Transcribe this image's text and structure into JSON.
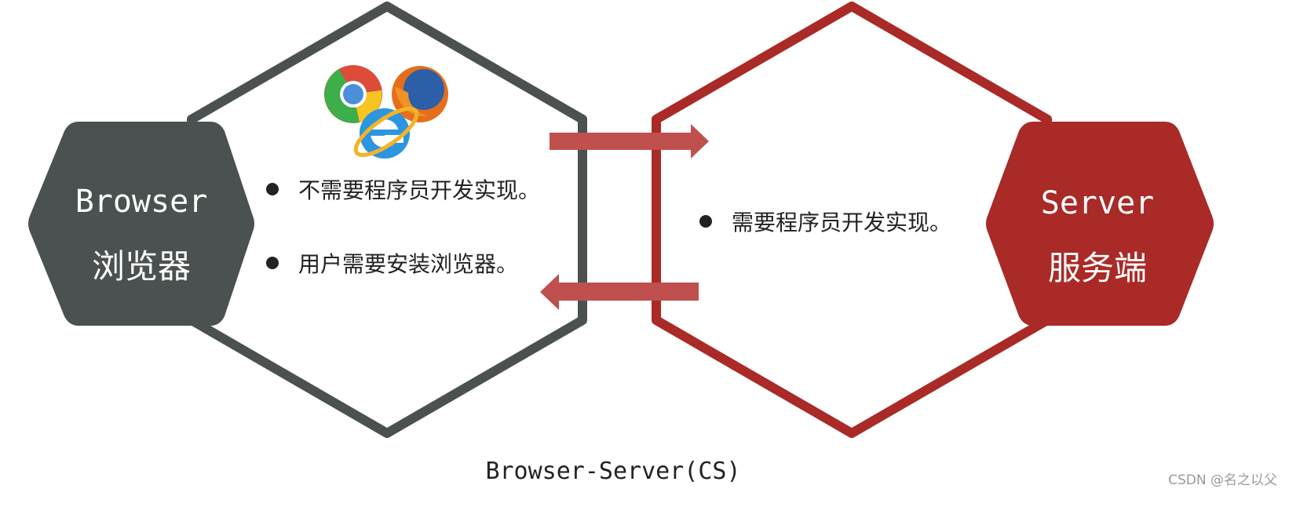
{
  "left": {
    "title_en": "Browser",
    "title_cn": "浏览器",
    "bullets": [
      "不需要程序员开发实现。",
      "用户需要安装浏览器。"
    ]
  },
  "right": {
    "title_en": "Server",
    "title_cn": "服务端",
    "bullets": [
      "需要程序员开发实现。"
    ]
  },
  "icons": [
    "chrome-icon",
    "firefox-icon",
    "internet-explorer-icon"
  ],
  "caption": "Browser-Server(CS)",
  "watermark": "CSDN @名之以父",
  "colors": {
    "gray": "#4b5150",
    "red": "#a92a27",
    "arrow": "#c0504d"
  }
}
